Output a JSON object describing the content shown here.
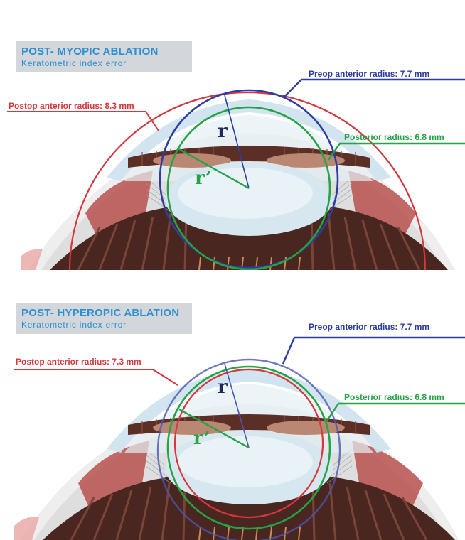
{
  "colors": {
    "red": "#d6373c",
    "blue": "#2f3e9e",
    "green": "#25a346",
    "title_blue": "#2e8fd0",
    "cornea": "#cfe3ee",
    "iris": "#5b2f25",
    "sclera": "#f2f2f2"
  },
  "icons": [
    "eye-cross-section-illustration"
  ],
  "panels": [
    {
      "title": "POST- MYOPIC ABLATION",
      "subtitle": "Keratometric index error",
      "postop_label": "Postop anterior radius: 8.3 mm",
      "preop_label": "Preop anterior radius: 7.7 mm",
      "posterior_label": "Posterior radius: 6.8 mm",
      "r_label": "r",
      "r_prime_label": "r’"
    },
    {
      "title": "POST- HYPEROPIC ABLATION",
      "subtitle": "Keratometric index error",
      "postop_label": "Postop anterior radius: 7.3 mm",
      "preop_label": "Preop anterior radius: 7.7 mm",
      "posterior_label": "Posterior radius: 6.8 mm",
      "r_label": "r",
      "r_prime_label": "r’"
    }
  ]
}
